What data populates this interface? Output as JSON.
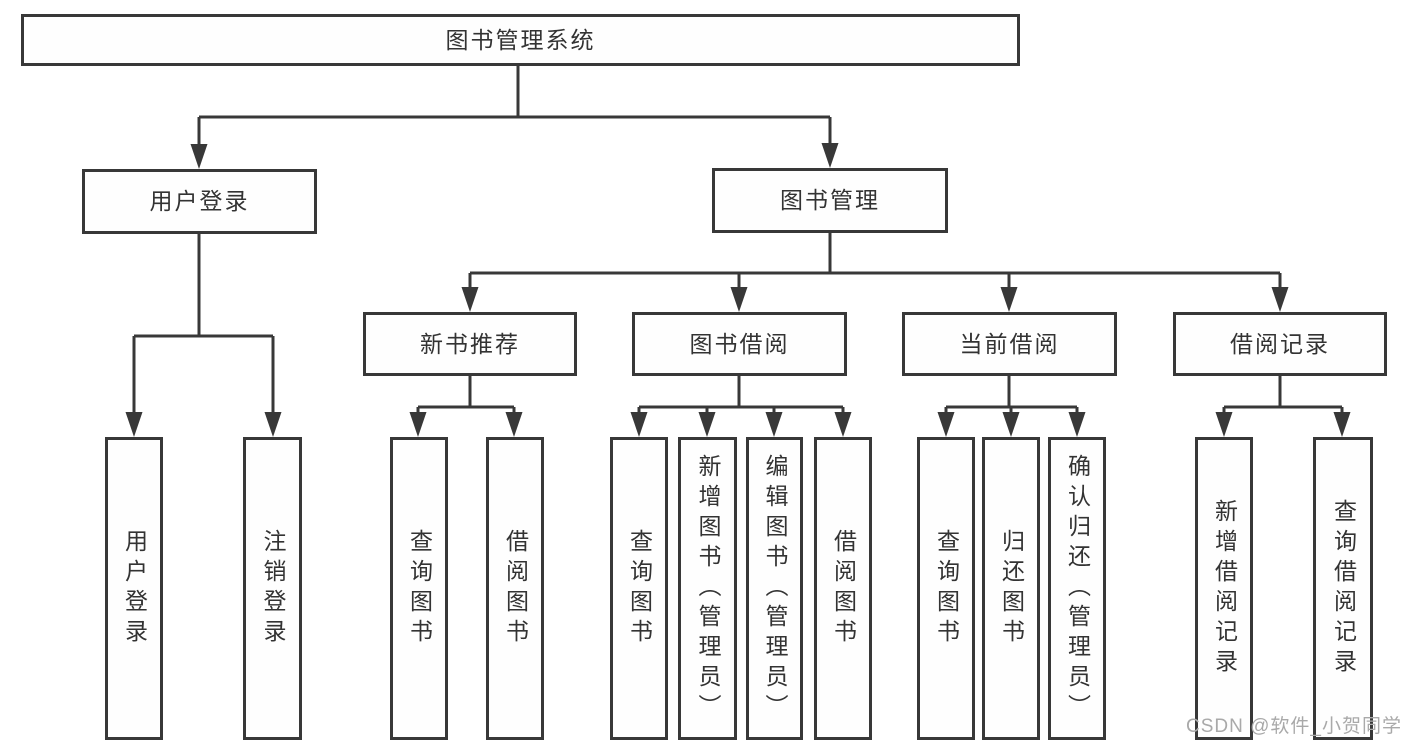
{
  "diagram": {
    "type": "hierarchy-tree",
    "tree": {
      "label": "图书管理系统",
      "children": [
        {
          "label": "用户登录",
          "children": [
            {
              "label": "用户登录"
            },
            {
              "label": "注销登录"
            }
          ]
        },
        {
          "label": "图书管理",
          "children": [
            {
              "label": "新书推荐",
              "children": [
                {
                  "label": "查询图书"
                },
                {
                  "label": "借阅图书"
                }
              ]
            },
            {
              "label": "图书借阅",
              "children": [
                {
                  "label": "查询图书"
                },
                {
                  "label": "新增图书（管理员）"
                },
                {
                  "label": "编辑图书（管理员）"
                },
                {
                  "label": "借阅图书"
                }
              ]
            },
            {
              "label": "当前借阅",
              "children": [
                {
                  "label": "查询图书"
                },
                {
                  "label": "归还图书"
                },
                {
                  "label": "确认归还（管理员）"
                }
              ]
            },
            {
              "label": "借阅记录",
              "children": [
                {
                  "label": "新增借阅记录"
                },
                {
                  "label": "查询借阅记录"
                }
              ]
            }
          ]
        }
      ]
    }
  },
  "watermark": {
    "text": "CSDN @软件_小贺同学",
    "color": "#a9a9a9"
  },
  "colors": {
    "background": "#ffffff",
    "line": "#383838",
    "box_border": "#383838",
    "box_fill": "#fefefe",
    "text": "#333333"
  }
}
